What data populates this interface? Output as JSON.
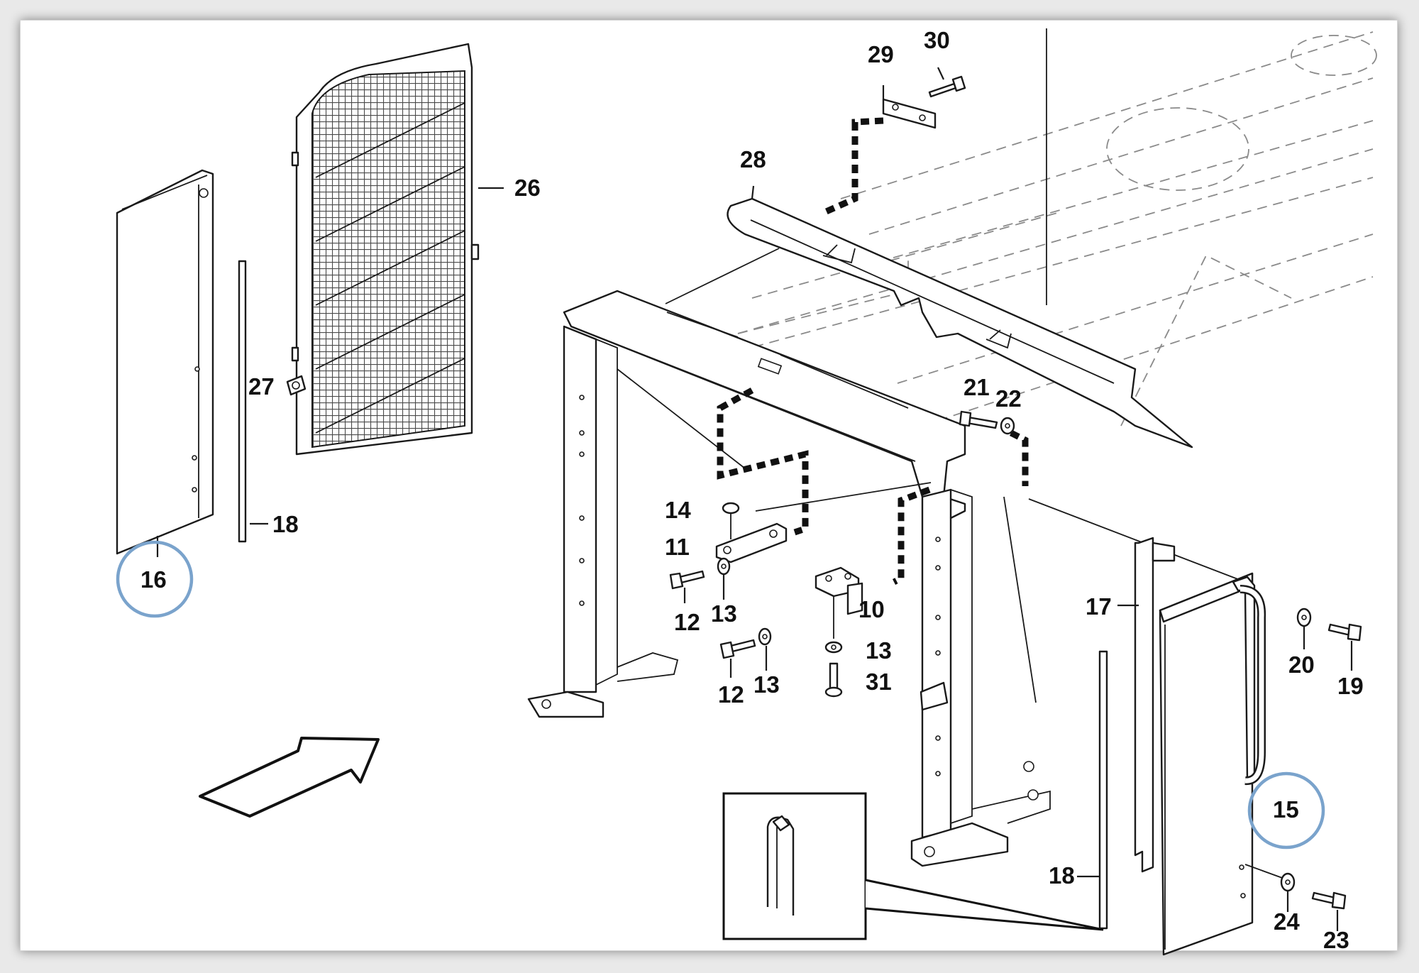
{
  "callouts": [
    {
      "id": "c26",
      "text": "26"
    },
    {
      "id": "c27",
      "text": "27"
    },
    {
      "id": "c18a",
      "text": "18"
    },
    {
      "id": "c16",
      "text": "16"
    },
    {
      "id": "c29",
      "text": "29"
    },
    {
      "id": "c30",
      "text": "30"
    },
    {
      "id": "c28",
      "text": "28"
    },
    {
      "id": "c21",
      "text": "21"
    },
    {
      "id": "c22",
      "text": "22"
    },
    {
      "id": "c14",
      "text": "14"
    },
    {
      "id": "c11",
      "text": "11"
    },
    {
      "id": "c12a",
      "text": "12"
    },
    {
      "id": "c13a",
      "text": "13"
    },
    {
      "id": "c10",
      "text": "10"
    },
    {
      "id": "c13b",
      "text": "13"
    },
    {
      "id": "c12b",
      "text": "12"
    },
    {
      "id": "c13c",
      "text": "13"
    },
    {
      "id": "c31",
      "text": "31"
    },
    {
      "id": "c17",
      "text": "17"
    },
    {
      "id": "c20",
      "text": "20"
    },
    {
      "id": "c19",
      "text": "19"
    },
    {
      "id": "c15",
      "text": "15"
    },
    {
      "id": "c18b",
      "text": "18"
    },
    {
      "id": "c24",
      "text": "24"
    },
    {
      "id": "c23",
      "text": "23"
    }
  ],
  "highlighted_callouts": [
    "16",
    "15"
  ],
  "colors": {
    "highlight_circle": "#7aa3cc",
    "line": "#1a1a1a",
    "ghost_line": "#8a8a8a",
    "mesh": "#555555"
  },
  "icons": [
    "direction-arrow-icon",
    "detail-inset"
  ]
}
